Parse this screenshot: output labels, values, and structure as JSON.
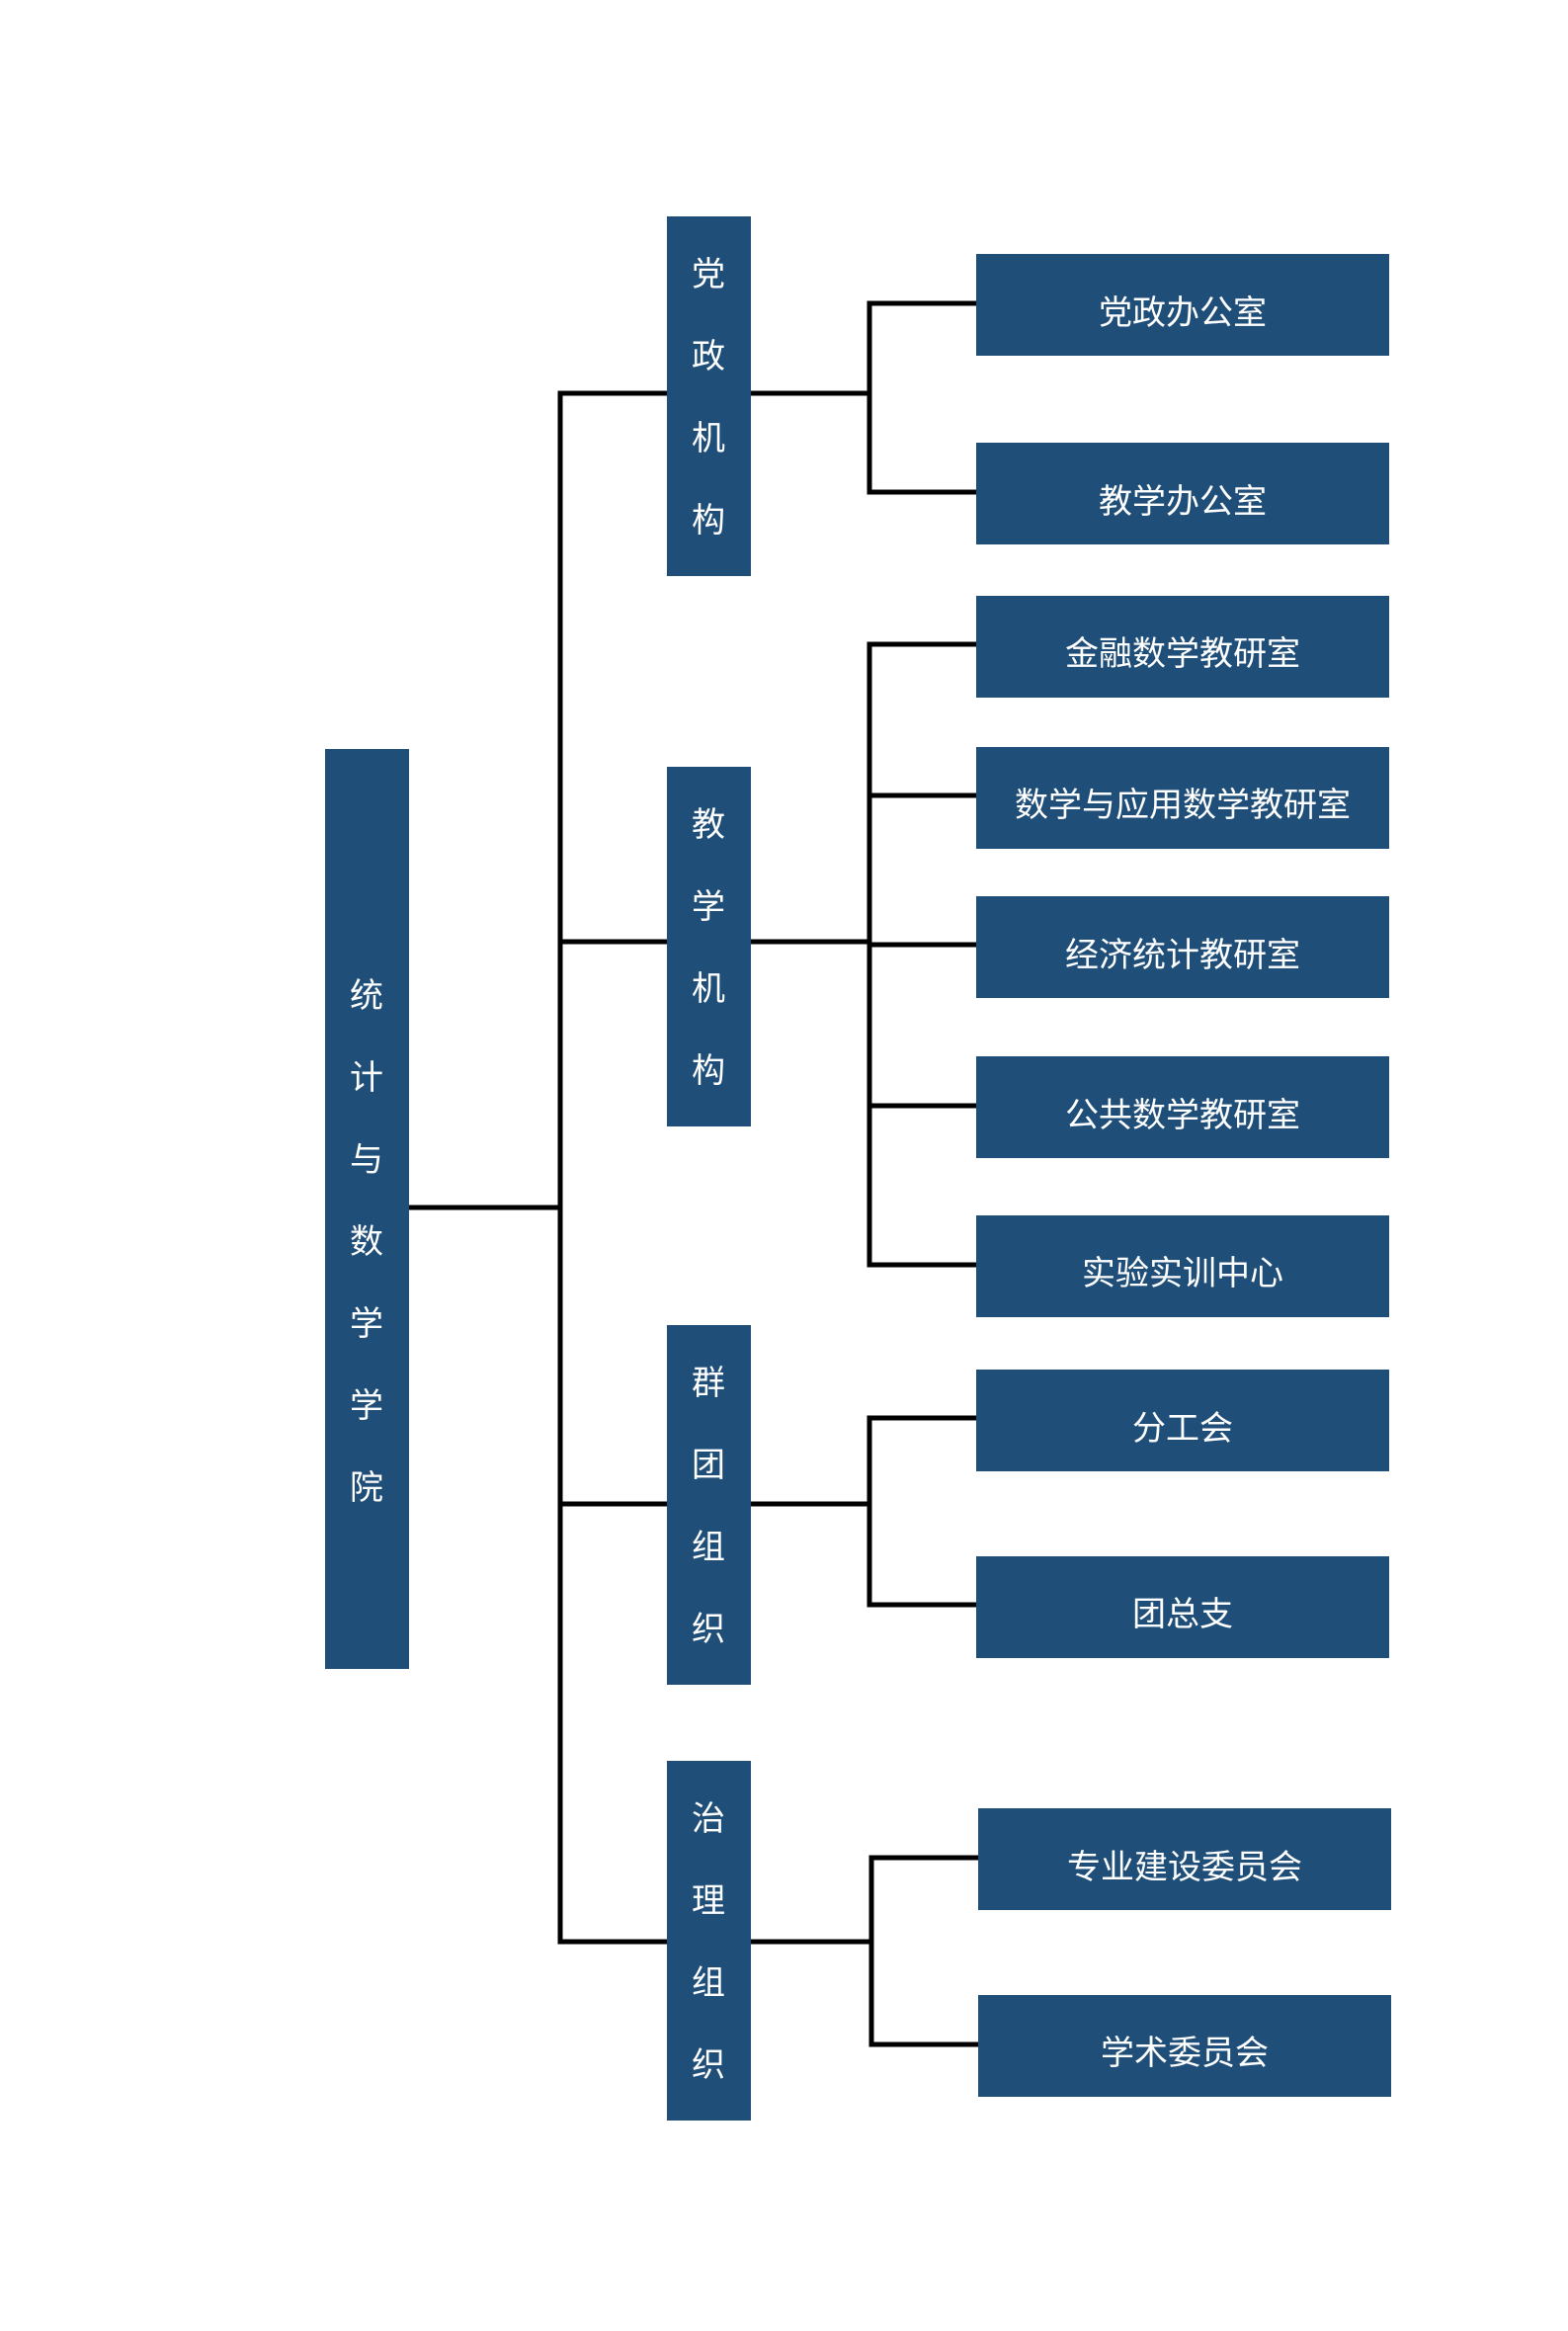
{
  "root": {
    "label": "统计与数学学院"
  },
  "groups": [
    {
      "label": "党政机构",
      "children": [
        "党政办公室",
        "教学办公室"
      ]
    },
    {
      "label": "教学机构",
      "children": [
        "金融数学教研室",
        "数学与应用数学教研室",
        "经济统计教研室",
        "公共数学教研室",
        "实验实训中心"
      ]
    },
    {
      "label": "群团组织",
      "children": [
        "分工会",
        "团总支"
      ]
    },
    {
      "label": "治理组织",
      "children": [
        "专业建设委员会",
        "学术委员会"
      ]
    }
  ],
  "colors": {
    "box": "#1f4e79",
    "text": "#ffffff",
    "connector": "#000000"
  }
}
